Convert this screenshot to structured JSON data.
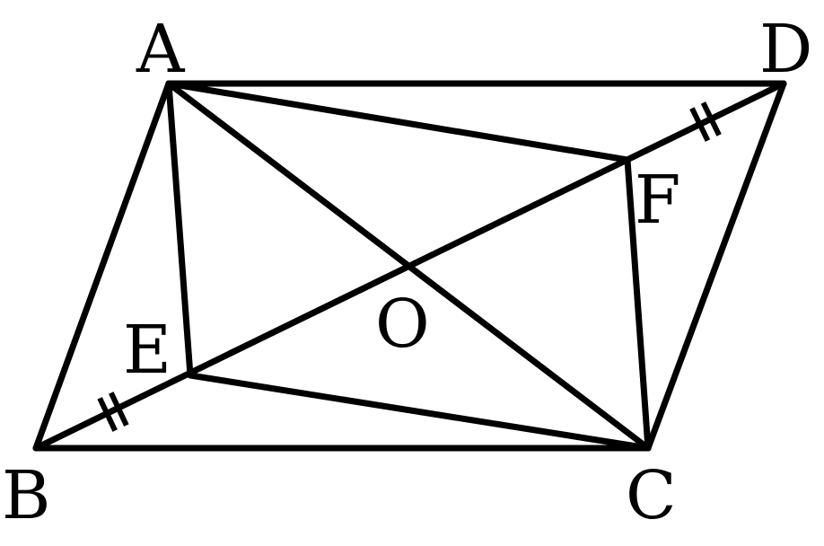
{
  "figure": {
    "points": [
      {
        "id": "A",
        "label": "A"
      },
      {
        "id": "B",
        "label": "B"
      },
      {
        "id": "C",
        "label": "C"
      },
      {
        "id": "D",
        "label": "D"
      },
      {
        "id": "E",
        "label": "E"
      },
      {
        "id": "F",
        "label": "F"
      },
      {
        "id": "O",
        "label": "O"
      }
    ],
    "segments": [
      [
        "A",
        "D"
      ],
      [
        "D",
        "C"
      ],
      [
        "C",
        "B"
      ],
      [
        "B",
        "A"
      ],
      [
        "A",
        "C"
      ],
      [
        "B",
        "D"
      ],
      [
        "A",
        "E"
      ],
      [
        "E",
        "C"
      ],
      [
        "C",
        "F"
      ],
      [
        "F",
        "A"
      ]
    ],
    "equal_marks": [
      {
        "segment": [
          "B",
          "E"
        ],
        "count": 2
      },
      {
        "segment": [
          "F",
          "D"
        ],
        "count": 2
      }
    ],
    "line_color": "#000000",
    "background": "#ffffff"
  }
}
